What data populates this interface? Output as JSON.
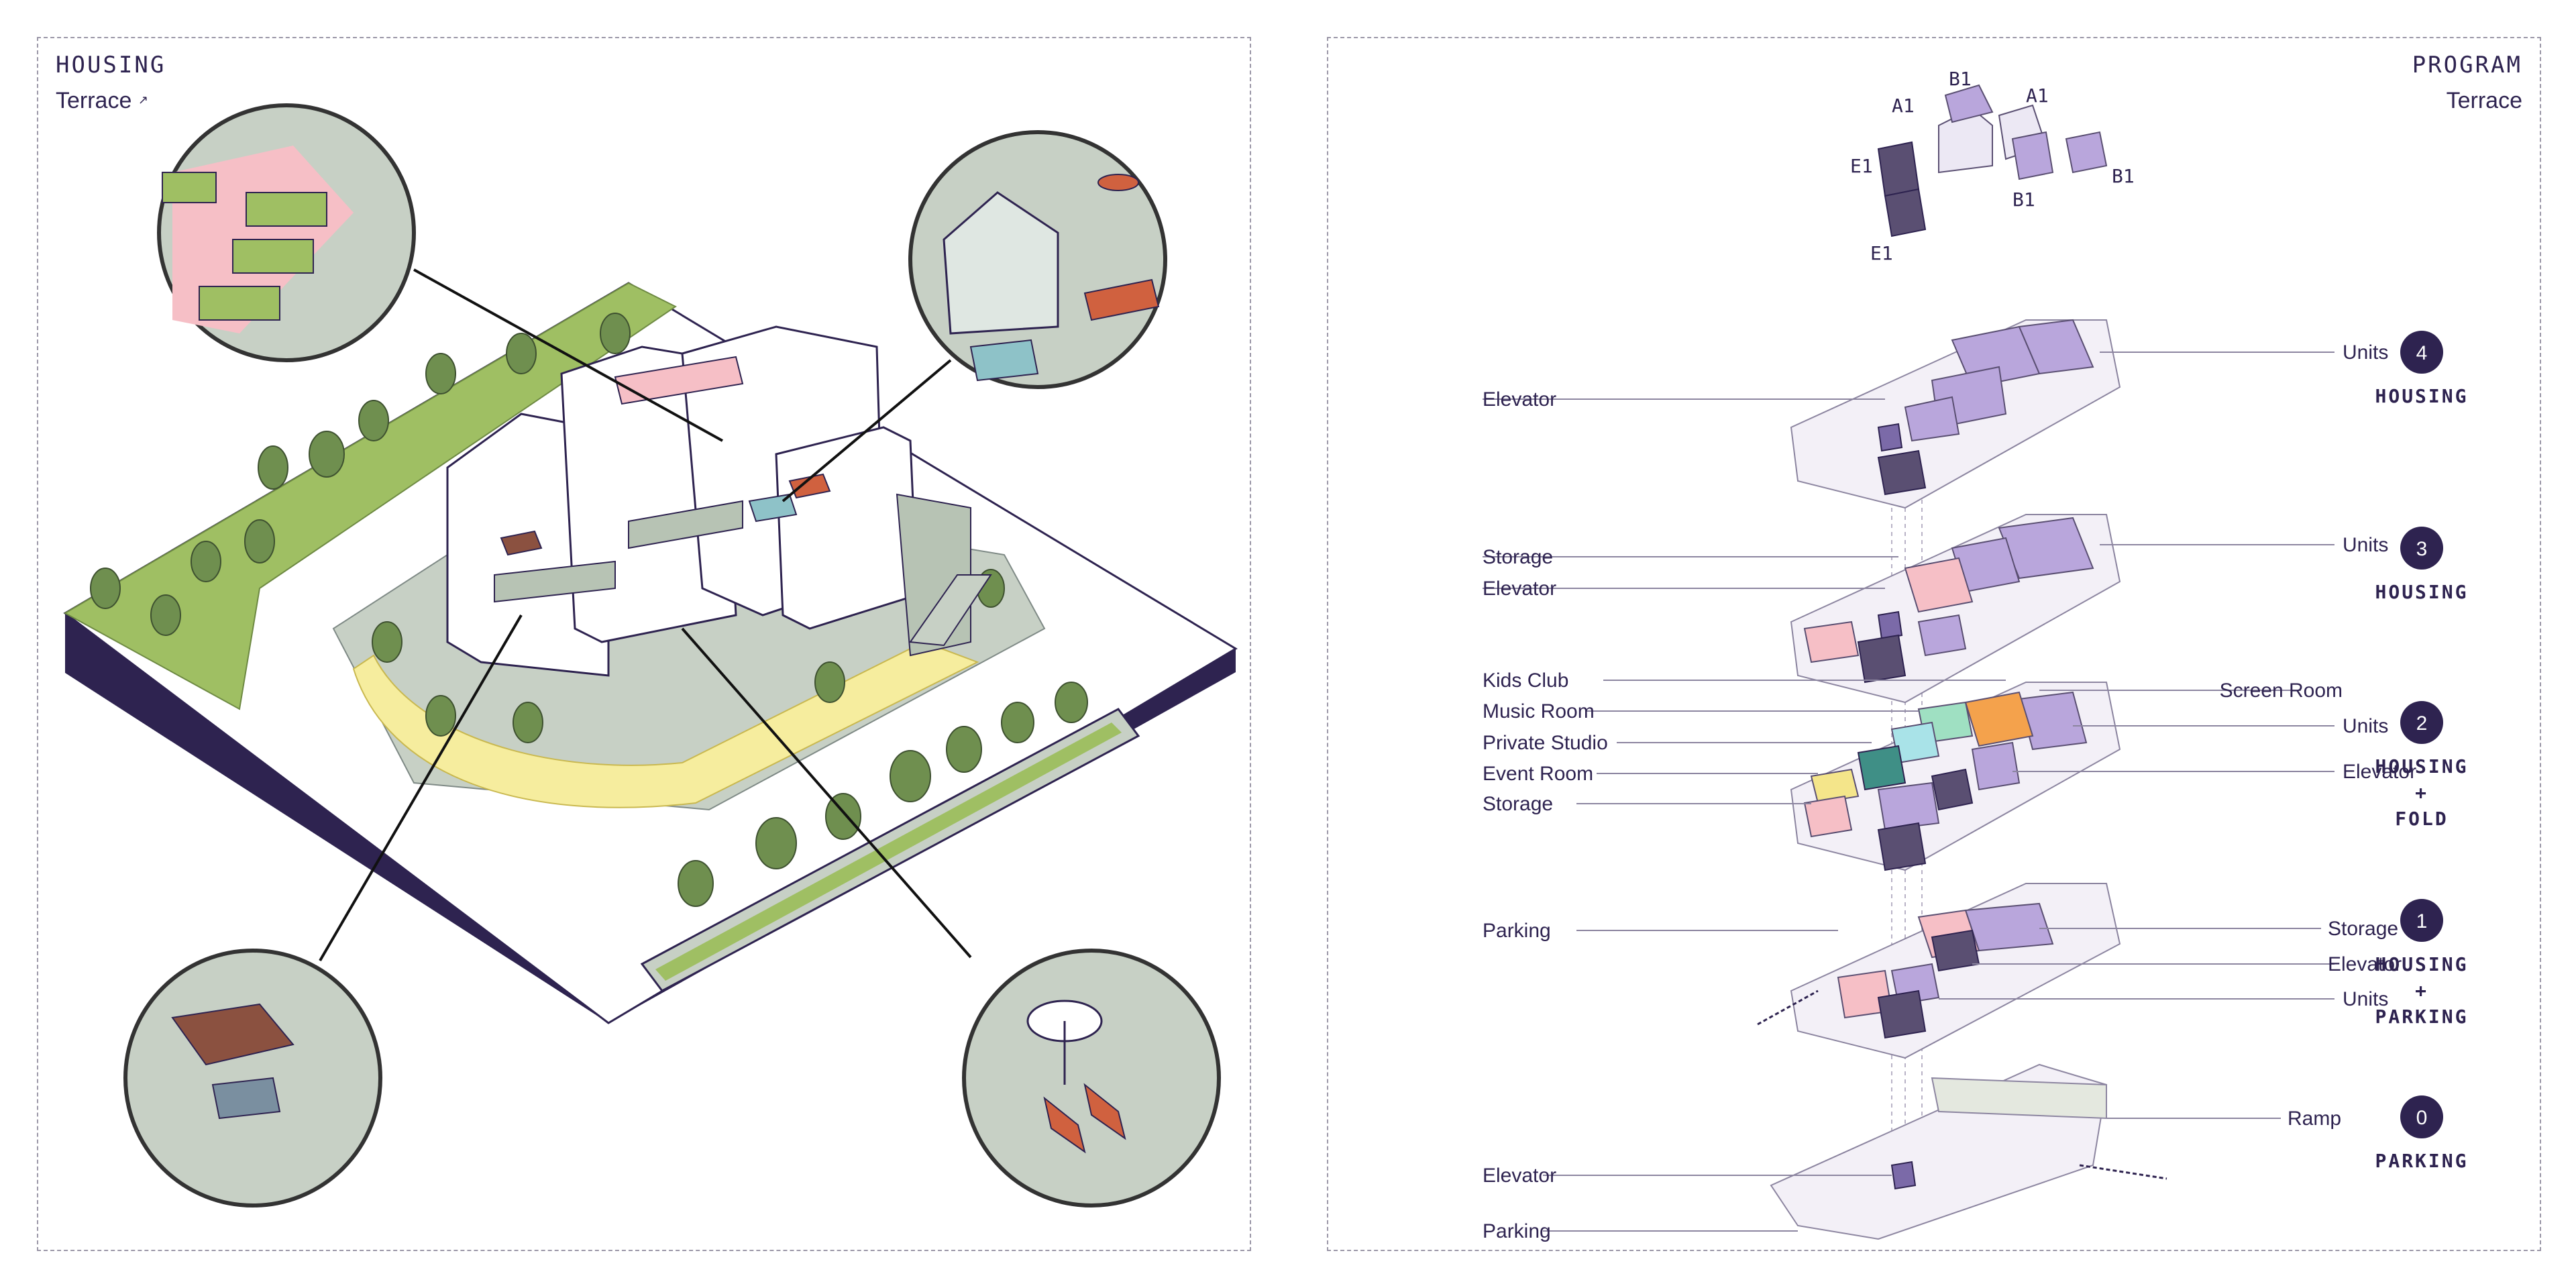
{
  "left": {
    "title": "HOUSING",
    "subtitle": "Terrace"
  },
  "right": {
    "title": "PROGRAM",
    "subtitle": "Terrace"
  },
  "unit_types": [
    "A1",
    "B1",
    "A1",
    "E1",
    "B1",
    "B1",
    "E1"
  ],
  "levels": [
    {
      "number": "4",
      "name_lines": [
        "HOUSING"
      ],
      "left_labels": [
        "Elevator"
      ],
      "right_labels": [
        "Units"
      ]
    },
    {
      "number": "3",
      "name_lines": [
        "HOUSING"
      ],
      "left_labels": [
        "Storage",
        "Elevator"
      ],
      "right_labels": [
        "Units"
      ]
    },
    {
      "number": "2",
      "name_lines": [
        "HOUSING",
        "+",
        "FOLD"
      ],
      "left_labels": [
        "Kids Club",
        "Music Room",
        "Private Studio",
        "Event Room",
        "Storage"
      ],
      "right_labels": [
        "Screen Room",
        "Units",
        "Elevator"
      ]
    },
    {
      "number": "1",
      "name_lines": [
        "HOUSING",
        "+",
        "PARKING"
      ],
      "left_labels": [
        "Parking"
      ],
      "right_labels": [
        "Storage",
        "Elevator",
        "Units"
      ]
    },
    {
      "number": "0",
      "name_lines": [
        "PARKING"
      ],
      "left_labels": [
        "Elevator",
        "Parking"
      ],
      "right_labels": [
        "Ramp"
      ]
    }
  ],
  "colors": {
    "ink": "#2e2350",
    "units": "#b9a6dc",
    "storage": "#f6bfc6",
    "elevator": "#5a4f72",
    "kids_club": "#9fe0c2",
    "music_room": "#a9e3e8",
    "private_studio": "#3f8f86",
    "event_room": "#f4e58a",
    "screen_room": "#f4a24c",
    "grass": "#9fbf63",
    "tree": "#6f8f4f",
    "paving": "#c7d0c5",
    "path": "#f6ed9e",
    "terrace_red": "#d0613f"
  },
  "icons": [
    "terrace-cursor-icon"
  ]
}
